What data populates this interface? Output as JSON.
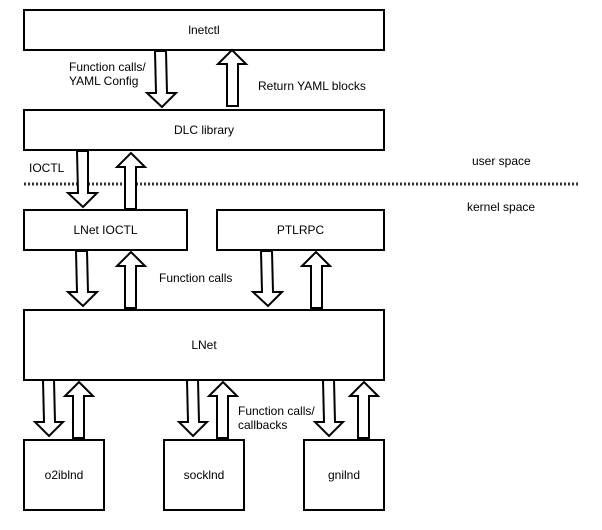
{
  "nodes": {
    "lnetctl": "lnetctl",
    "dlc_library": "DLC library",
    "lnet_ioctl": "LNet IOCTL",
    "ptlrpc": "PTLRPC",
    "lnet": "LNet",
    "o2iblnd": "o2iblnd",
    "socklnd": "socklnd",
    "gnilnd": "gnilnd"
  },
  "edges": {
    "function_calls_yaml_line1": "Function calls/",
    "function_calls_yaml_line2": "YAML Config",
    "return_yaml": "Return YAML blocks",
    "ioctl": "IOCTL",
    "function_calls": "Function calls",
    "function_calls_callbacks_line1": "Function calls/",
    "function_calls_callbacks_line2": "callbacks"
  },
  "regions": {
    "user_space": "user space",
    "kernel_space": "kernel space"
  }
}
